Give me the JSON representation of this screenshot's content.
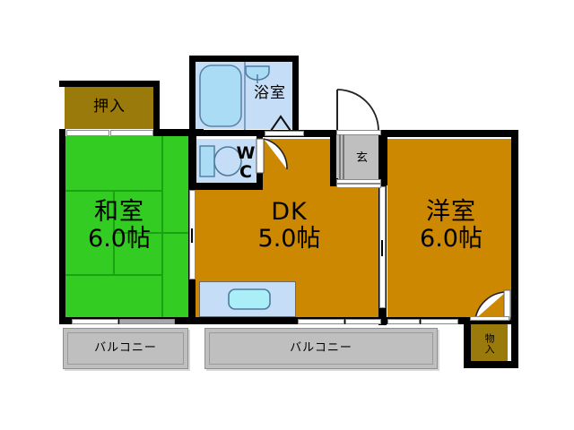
{
  "plan": {
    "type": "floor-plan",
    "title": "",
    "layout_code": "2DK",
    "colors": {
      "wall": "#000000",
      "tatami_room": "#33cc22",
      "flooring_room": "#cc8800",
      "closet": "#9a7a0a",
      "water_area": "#c5ddf6",
      "bathtub": "#aadcf5",
      "sink_basin": "#aaeef8",
      "entrance_tile": "#bfbfbf",
      "balcony": "#bfbfbf",
      "background": "#ffffff"
    },
    "rooms": [
      {
        "id": "washitsu",
        "name": "和室",
        "size": "6.0帖",
        "kind": "tatami",
        "fill": "#33cc22"
      },
      {
        "id": "dk",
        "name": "DK",
        "size": "5.0帖",
        "kind": "flooring",
        "fill": "#cc8800"
      },
      {
        "id": "youshitsu",
        "name": "洋室",
        "size": "6.0帖",
        "kind": "flooring",
        "fill": "#cc8800"
      }
    ],
    "spaces": [
      {
        "id": "oshiire",
        "name": "押入",
        "kind": "closet",
        "fill": "#9a7a0a"
      },
      {
        "id": "yokushitsu",
        "name": "浴室",
        "kind": "bath",
        "fill": "#c5ddf6"
      },
      {
        "id": "wc",
        "name": "WC",
        "kind": "toilet",
        "fill": "#c5ddf6"
      },
      {
        "id": "genkan",
        "name": "玄",
        "kind": "entrance",
        "fill": "#bfbfbf"
      },
      {
        "id": "monoire",
        "name": "物入",
        "kind": "storage",
        "fill": "#9a7a0a"
      }
    ],
    "balconies": [
      {
        "id": "balcony-left",
        "name": "バルコニー"
      },
      {
        "id": "balcony-right",
        "name": "バルコニー"
      }
    ],
    "fixtures": [
      {
        "id": "bathtub",
        "name": "bathtub"
      },
      {
        "id": "bath-basin",
        "name": "wash-basin"
      },
      {
        "id": "toilet-bowl",
        "name": "toilet"
      },
      {
        "id": "toilet-tank",
        "name": "toilet-tank"
      },
      {
        "id": "kitchen-sink",
        "name": "kitchen-sink"
      }
    ],
    "doors": [
      {
        "id": "entrance-door",
        "name": "entrance-swing-door"
      },
      {
        "id": "wc-door",
        "name": "wc-swing-door"
      },
      {
        "id": "monoire-door",
        "name": "storage-swing-door"
      },
      {
        "id": "bath-door",
        "name": "bath-folding-door"
      },
      {
        "id": "washitsu-dk-door",
        "name": "sliding-door"
      },
      {
        "id": "dk-youshitsu-door",
        "name": "sliding-door"
      },
      {
        "id": "oshiire-door",
        "name": "closet-sliding-door"
      },
      {
        "id": "washitsu-window",
        "name": "sliding-window"
      },
      {
        "id": "dk-window",
        "name": "sliding-window"
      },
      {
        "id": "youshitsu-window",
        "name": "sliding-window"
      }
    ]
  }
}
